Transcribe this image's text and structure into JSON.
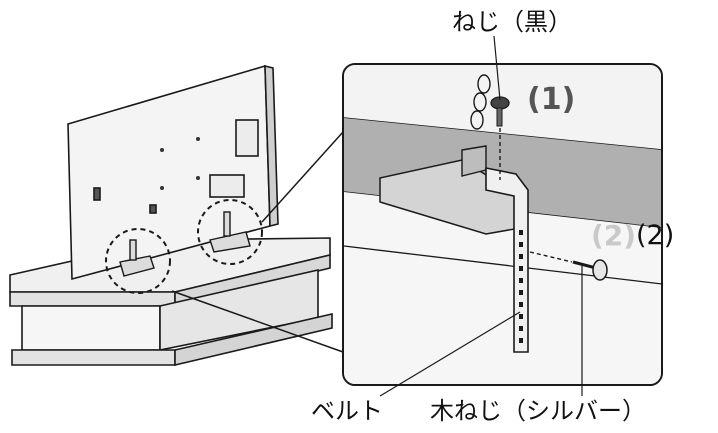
{
  "labels": {
    "screw_black": "ねじ（黒）",
    "step1": "(1)",
    "step2_inset": "(2)",
    "step2_side": "(2)",
    "belt": "ベルト",
    "wood_screw": "木ねじ（シルバー）"
  },
  "colors": {
    "line": "#1a1a1a",
    "panel_fill": "#f2f2f2",
    "inset_bg": "#e4e4e4",
    "wall_dark": "#a8a8a8",
    "metal": "#d6d6d6"
  }
}
